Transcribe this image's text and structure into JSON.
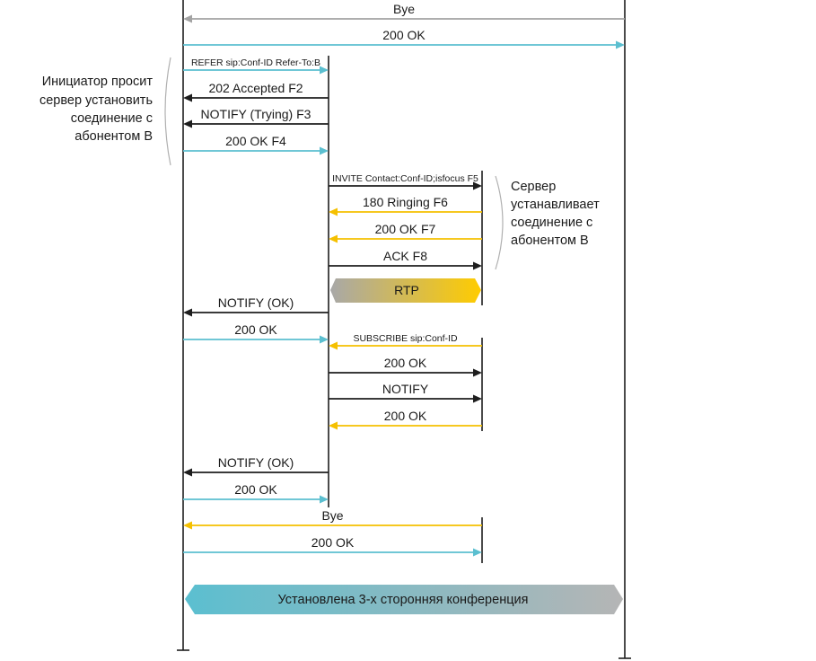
{
  "colors": {
    "black": "#1e1e1e",
    "blue": "#5bbfd0",
    "yellow": "#f5c000",
    "gray": "#a3a3a3",
    "rtp_start": "#a8a8a8",
    "rtp_end": "#ffcc00",
    "conf_start": "#5bbfd0",
    "conf_end": "#b5b5b5"
  },
  "messages": [
    {
      "id": "bye-top",
      "label": "Bye",
      "from": "D",
      "to": "A",
      "color": "gray",
      "small": false
    },
    {
      "id": "ok-top",
      "label": "200 OK",
      "from": "A",
      "to": "D",
      "color": "blue",
      "small": false
    },
    {
      "id": "refer",
      "label": "REFER sip:Conf-ID Refer-To:B",
      "from": "A",
      "to": "B",
      "color": "blue",
      "small": true
    },
    {
      "id": "accepted-f2",
      "label": "202 Accepted  F2",
      "from": "B",
      "to": "A",
      "color": "black",
      "small": false
    },
    {
      "id": "notify-trying-f3",
      "label": "NOTIFY (Trying) F3",
      "from": "B",
      "to": "A",
      "color": "black",
      "small": false
    },
    {
      "id": "ok-f4",
      "label": "200 OK   F4",
      "from": "A",
      "to": "B",
      "color": "blue",
      "small": false
    },
    {
      "id": "invite-f5",
      "label": "INVITE Contact:Conf-ID;isfocus F5",
      "from": "B",
      "to": "C",
      "color": "black",
      "small": true
    },
    {
      "id": "ringing-f6",
      "label": "180 Ringing F6",
      "from": "C",
      "to": "B",
      "color": "yellow",
      "small": false
    },
    {
      "id": "ok-f7",
      "label": "200 OK F7",
      "from": "C",
      "to": "B",
      "color": "yellow",
      "small": false
    },
    {
      "id": "ack-f8",
      "label": "ACK F8",
      "from": "B",
      "to": "C",
      "color": "black",
      "small": false
    },
    {
      "id": "notify-ok-1",
      "label": "NOTIFY (OK)",
      "from": "B",
      "to": "A",
      "color": "black",
      "small": false
    },
    {
      "id": "ok-notify-1",
      "label": "200 OK",
      "from": "A",
      "to": "B",
      "color": "blue",
      "small": false
    },
    {
      "id": "subscribe",
      "label": "SUBSCRIBE sip:Conf-ID",
      "from": "C",
      "to": "B",
      "color": "yellow",
      "small": true
    },
    {
      "id": "ok-subscribe",
      "label": "200 OK",
      "from": "B",
      "to": "C",
      "color": "black",
      "small": false
    },
    {
      "id": "notify-c",
      "label": "NOTIFY",
      "from": "B",
      "to": "C",
      "color": "black",
      "small": false
    },
    {
      "id": "ok-notify-c",
      "label": "200 OK",
      "from": "C",
      "to": "B",
      "color": "yellow",
      "small": false
    },
    {
      "id": "notify-ok-2",
      "label": "NOTIFY (OK)",
      "from": "B",
      "to": "A",
      "color": "black",
      "small": false
    },
    {
      "id": "ok-notify-2",
      "label": "200 OK",
      "from": "A",
      "to": "B",
      "color": "blue",
      "small": false
    },
    {
      "id": "bye-bottom",
      "label": "Bye",
      "from": "C",
      "to": "A",
      "color": "yellow",
      "small": false
    },
    {
      "id": "ok-bottom",
      "label": "200 OK",
      "from": "A",
      "to": "C",
      "color": "blue",
      "small": false
    }
  ],
  "rtp": {
    "label": "RTP"
  },
  "conference": {
    "label": "Установлена 3-х сторонняя конференция"
  },
  "notes": {
    "left": [
      "Инициатор просит",
      "сервер установить",
      "соединение с",
      "абонентом В"
    ],
    "right": [
      "Сервер",
      "устанавливает",
      "соединение с",
      "абонентом В"
    ]
  }
}
